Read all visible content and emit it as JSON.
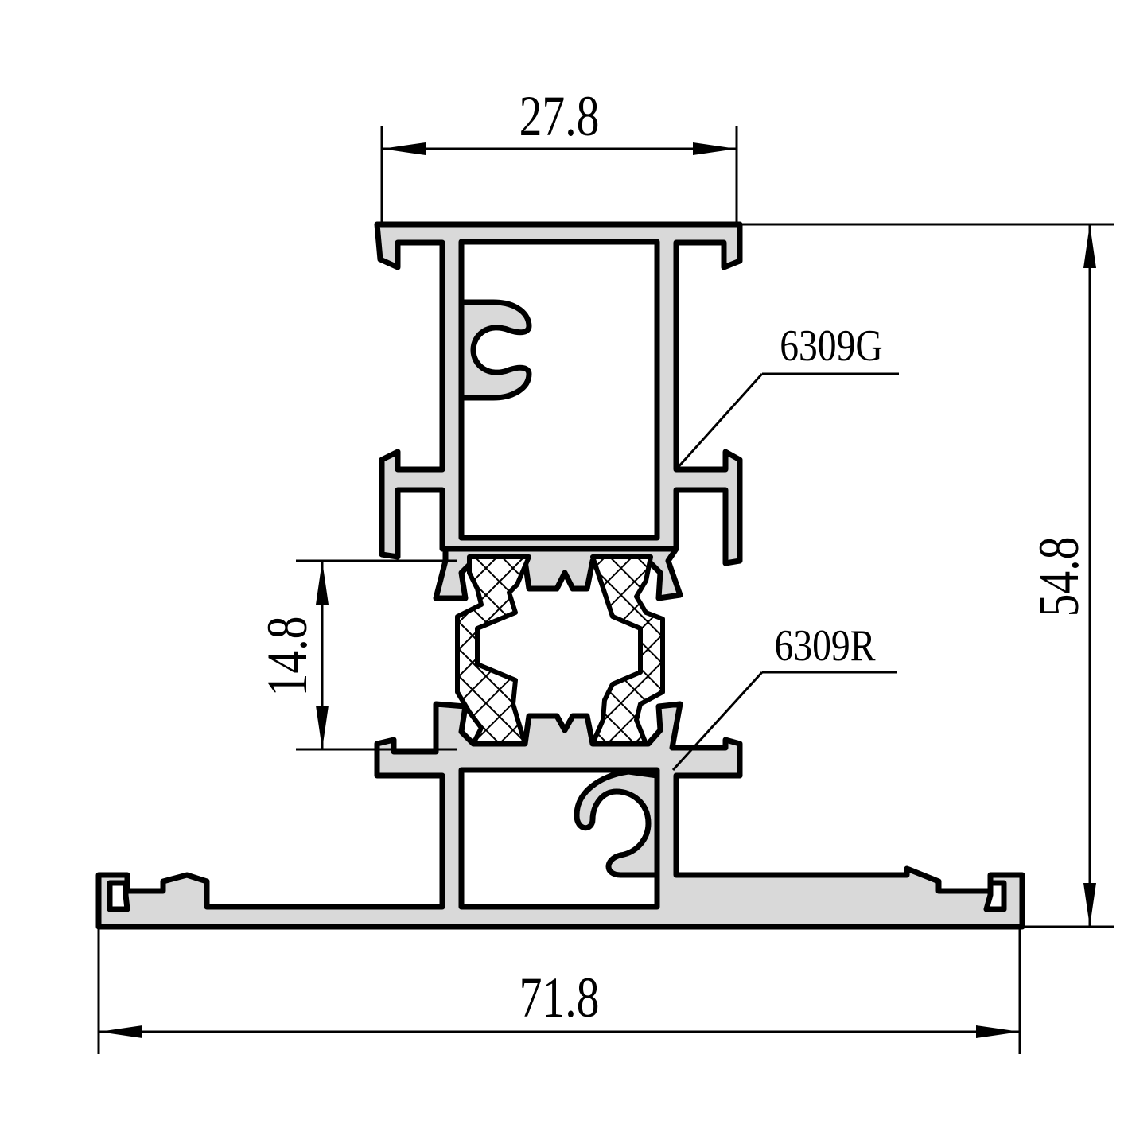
{
  "drawing": {
    "dimensions": {
      "top_width": "27.8",
      "overall_height": "54.8",
      "insulation_gap": "14.8",
      "overall_width": "71.8"
    },
    "part_labels": {
      "upper_profile": "6309G",
      "lower_profile": "6309R"
    },
    "colors": {
      "aluminium_fill": "#d9d9d9",
      "line": "#000000"
    }
  }
}
